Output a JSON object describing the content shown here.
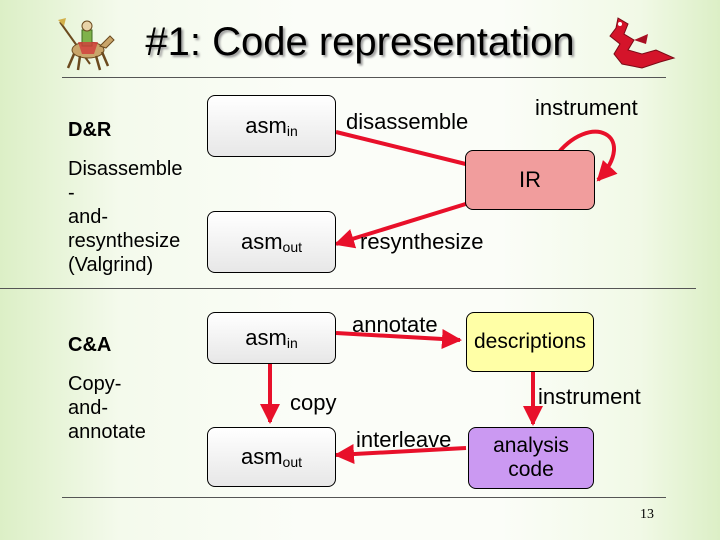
{
  "title": "#1: Code representation",
  "dr": {
    "label": "D&R",
    "desc_lines": [
      "Disassemble",
      "-",
      "and-",
      "resynthesize",
      "(Valgrind)"
    ],
    "asm_in": {
      "base": "asm",
      "sub": "in"
    },
    "asm_out": {
      "base": "asm",
      "sub": "out"
    },
    "disassemble": "disassemble",
    "instrument": "instrument",
    "ir": "IR",
    "resynthesize": "resynthesize"
  },
  "ca": {
    "label": "C&A",
    "desc_lines": [
      "Copy-",
      "and-",
      "annotate"
    ],
    "asm_in": {
      "base": "asm",
      "sub": "in"
    },
    "asm_out": {
      "base": "asm",
      "sub": "out"
    },
    "copy": "copy",
    "annotate": "annotate",
    "descriptions": "descriptions",
    "instrument": "instrument",
    "interleave": "interleave",
    "analysis_code_lines": [
      "analysis",
      "code"
    ]
  },
  "page_number": "13",
  "colors": {
    "arrow": "#e8102a",
    "ir_box": "#f19d9d",
    "descriptions_box": "#ffffa6",
    "analysis_box": "#cb99f2"
  },
  "icons": [
    "knight-on-horse-icon",
    "red-dragon-icon"
  ]
}
